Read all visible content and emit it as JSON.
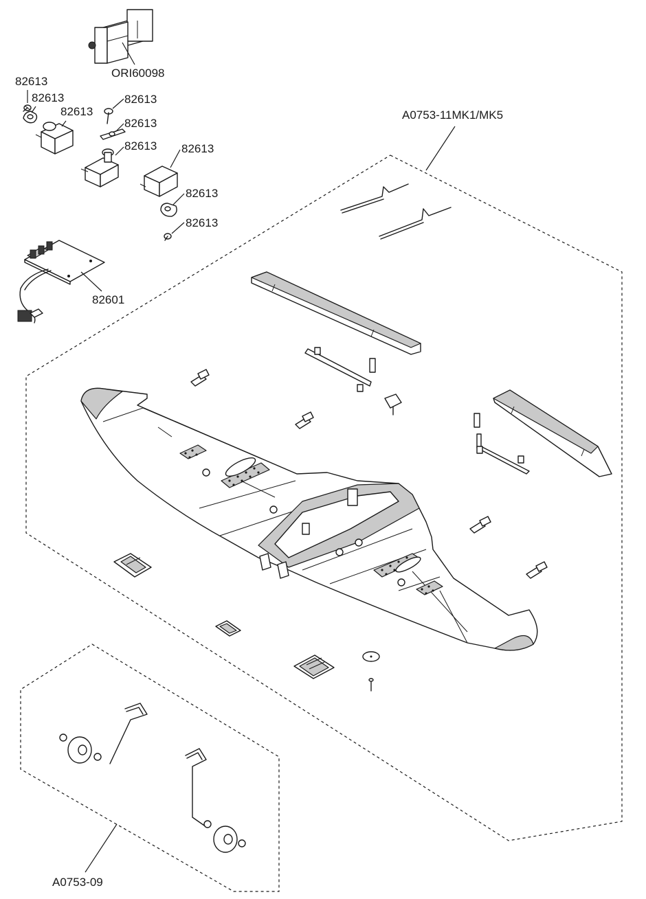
{
  "diagram": {
    "labels": {
      "receiver_bracket": "ORI60098",
      "screw_1": "82613",
      "servo_arm_1": "82613",
      "servo_1": "82613",
      "screw_2": "82613",
      "servo_arm_2": "82613",
      "servo_2": "82613",
      "servo_3": "82613",
      "servo_arm_3": "82613",
      "screw_3": "82613",
      "control_board": "82601",
      "wing_kit": "A0753-11MK1/MK5",
      "landing_gear_kit": "A0753-09"
    },
    "colors": {
      "line": "#1a1a1a",
      "panel_fill": "#c9c9c9",
      "background": "#ffffff"
    }
  }
}
